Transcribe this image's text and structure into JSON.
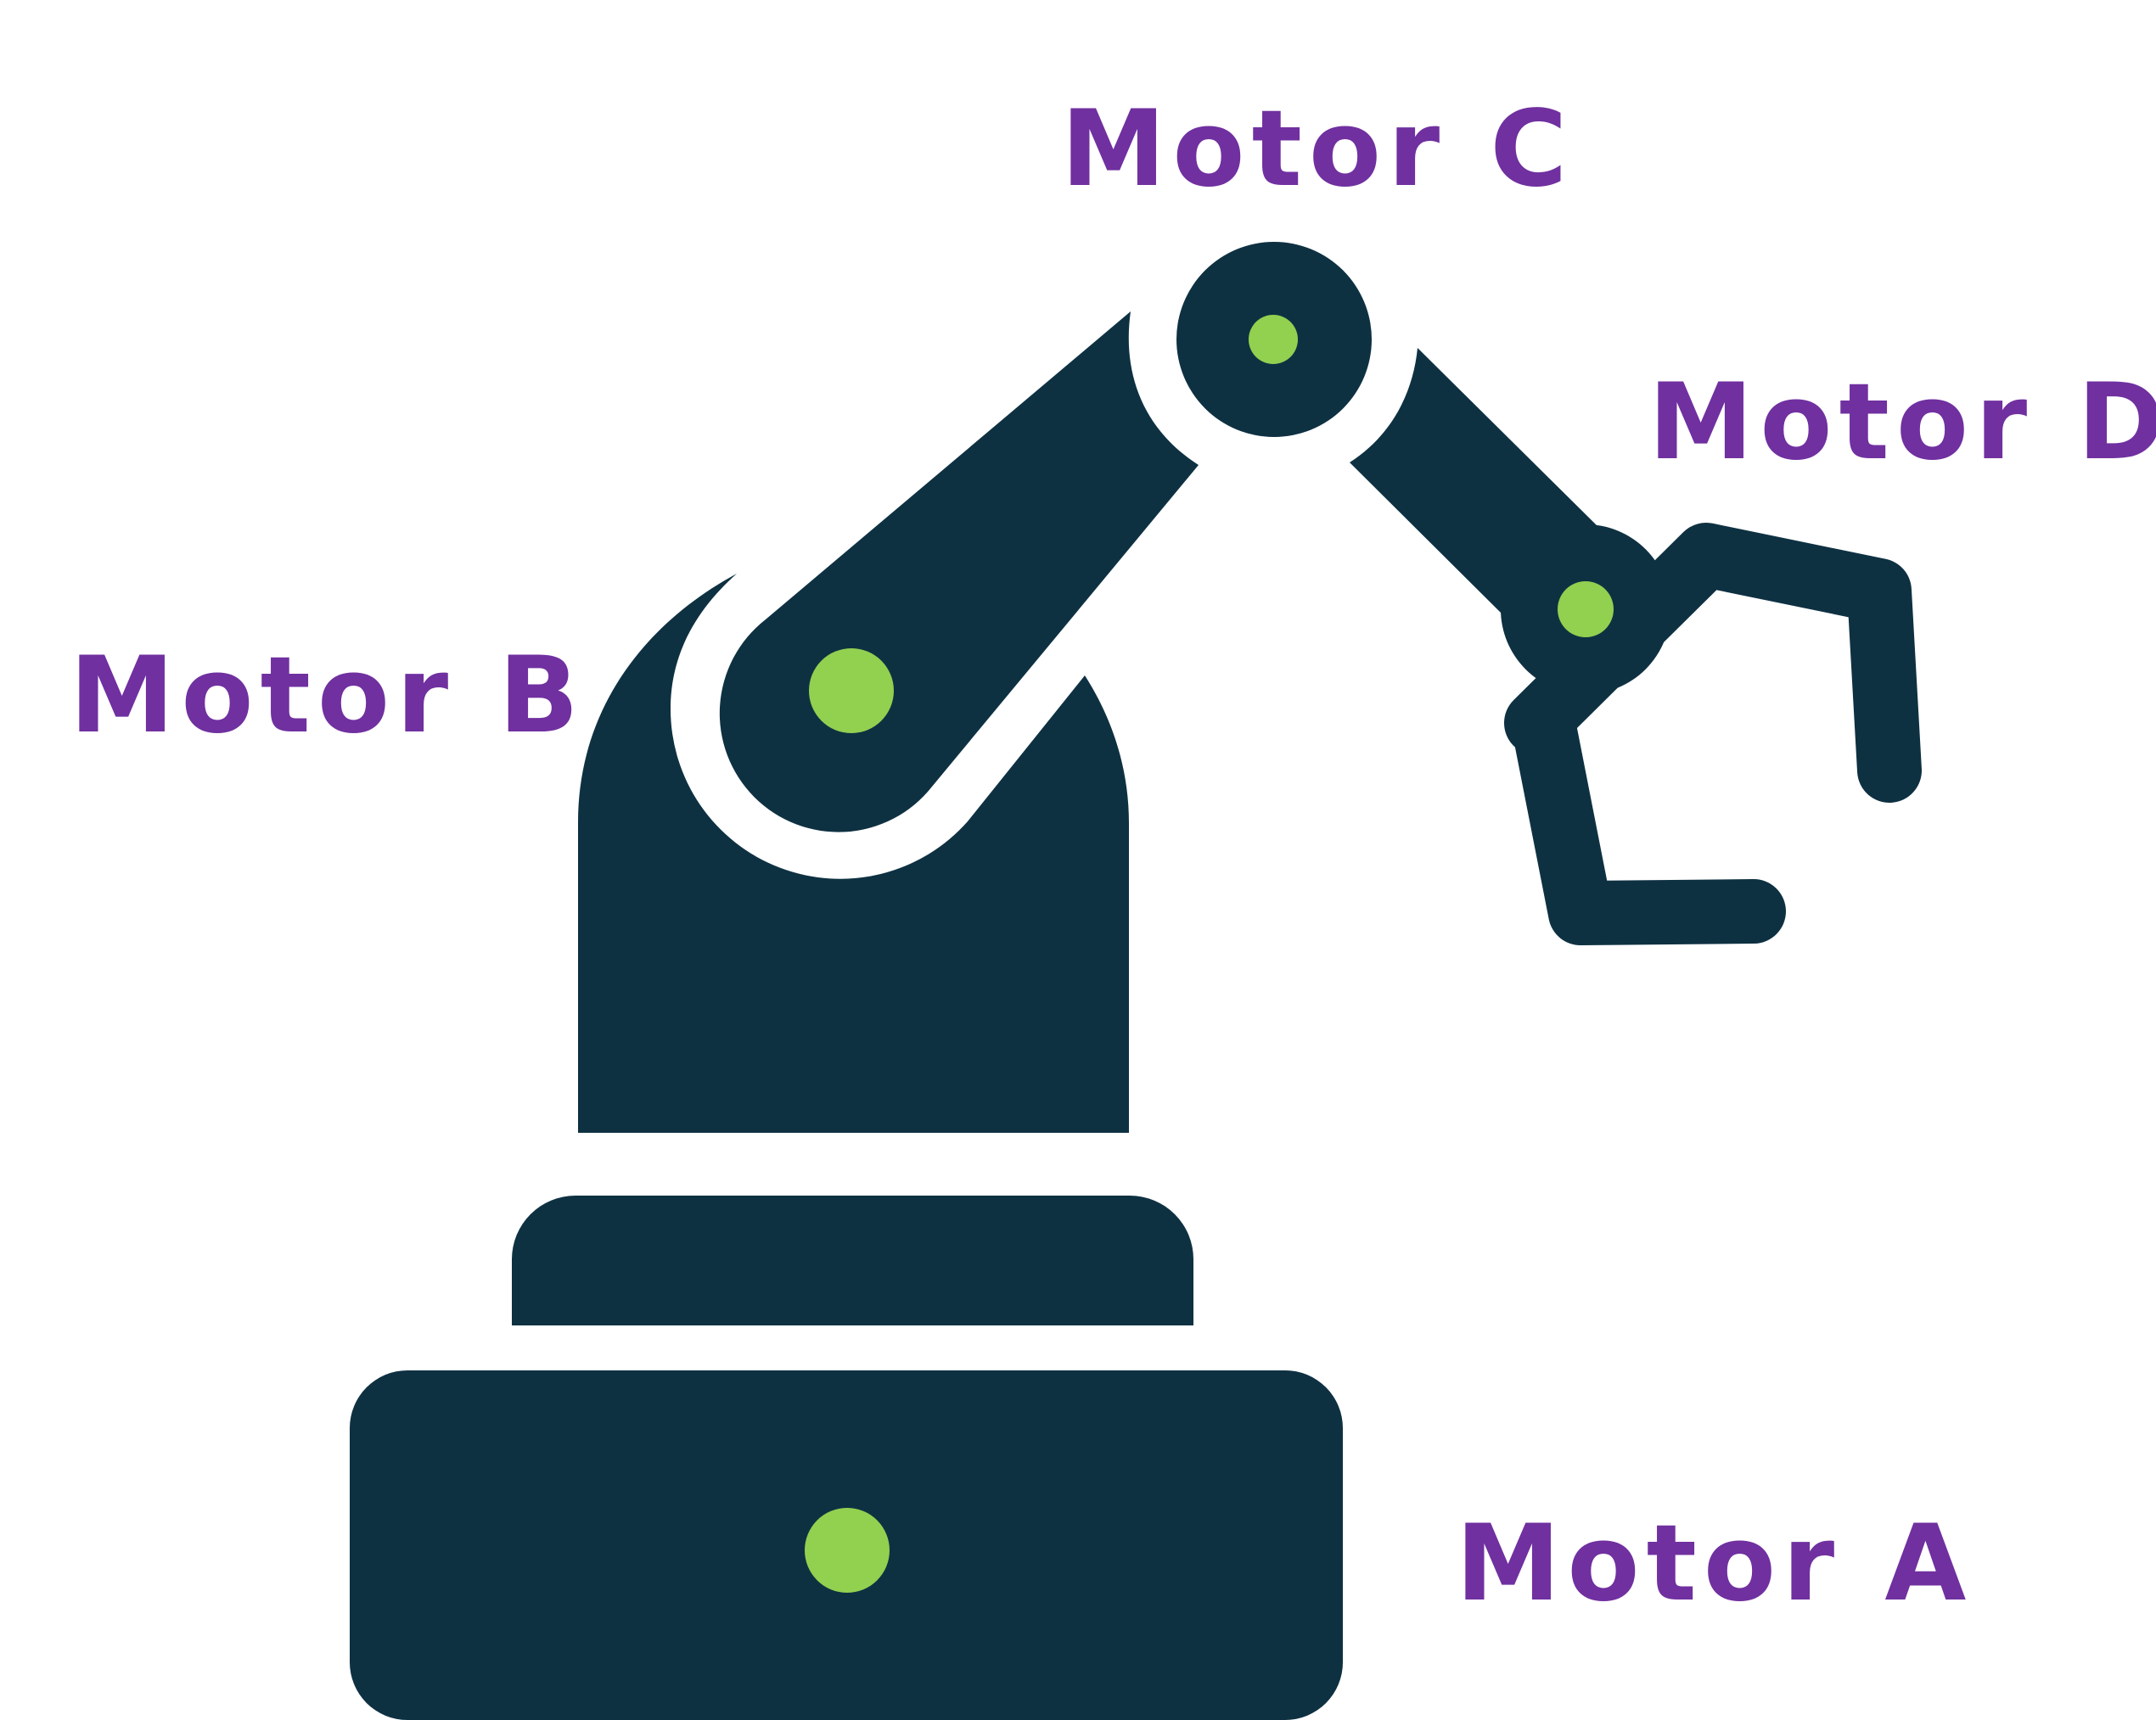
{
  "colors": {
    "robot": "#0e3142",
    "joint": "#92d050",
    "label": "#7030a0",
    "background": "#ffffff"
  },
  "labels": {
    "motor_a": "Motor A",
    "motor_b": "Motor B",
    "motor_c": "Motor C",
    "motor_d": "Motor D"
  }
}
